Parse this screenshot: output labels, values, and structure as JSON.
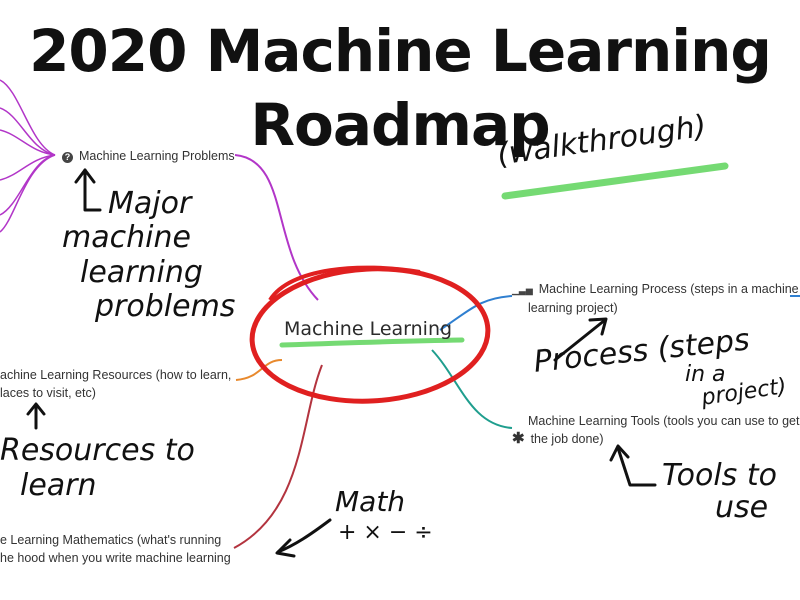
{
  "title": {
    "line1": "2020 Machine Learning",
    "line2": "Roadmap",
    "tag": "(walkthrough)"
  },
  "center": {
    "label": "Machine Learning"
  },
  "nodes": {
    "problems": {
      "label": "Machine Learning Problems",
      "icon": "question-circle-icon"
    },
    "process": {
      "line1": "Machine Learning Process (steps in a machine",
      "line2": "learning project)",
      "icon": "bar-signal-icon"
    },
    "tools": {
      "line1": "Machine Learning Tools (tools you can use to get",
      "line2": "the job done)",
      "icon": "asterisk-icon"
    },
    "resources": {
      "line1": "achine Learning Resources (how to learn,",
      "line2": "laces to visit, etc)"
    },
    "math": {
      "line1": "e Learning Mathematics (what's running",
      "line2": "he hood when you write machine learning"
    }
  },
  "annotations": {
    "major": [
      "Major",
      "machine",
      "learning",
      "problems"
    ],
    "process": [
      "Process (steps",
      "in a",
      "project)"
    ],
    "resources": [
      "Resources to",
      "learn"
    ],
    "tools": [
      "Tools to",
      "use"
    ],
    "math": [
      "Math",
      "+ × − ÷"
    ]
  },
  "colors": {
    "purple": "#b236c8",
    "orange": "#e8892d",
    "blue": "#2f7fd0",
    "teal": "#1f9e8e",
    "darkred": "#b3343f",
    "circle": "#e02020",
    "highlight": "#5dd35a"
  }
}
